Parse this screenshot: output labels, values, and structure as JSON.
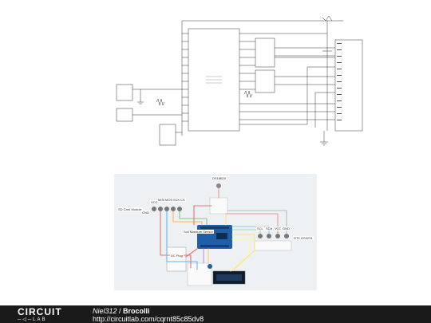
{
  "breadboard": {
    "ds18b20": "DS18B20",
    "sd_card": "SD Card Module",
    "soil_moisture": "Soil Moisture Sensor",
    "usb_plug": "DC Plug",
    "rtc": "RTC DS3231",
    "sd_pins": [
      "VCC",
      "MISO",
      "MOSI",
      "SCK",
      "CS"
    ],
    "sd_gnd": "GND",
    "rtc_pins": [
      "SCL",
      "SDA",
      "VCC",
      "GND"
    ]
  },
  "footer": {
    "logo_main": "CIRCUIT",
    "logo_sub": "LAB",
    "author": "Niel312",
    "separator": " / ",
    "title": "Brocolli",
    "url": "http://circuitlab.com/cqrnt85c85dv8"
  },
  "colors": {
    "footer_bg": "#1a1a1a",
    "panel_bg": "#eef1f4",
    "arduino_blue": "#1f5fa8",
    "lcd_green": "#1e3a5c"
  }
}
